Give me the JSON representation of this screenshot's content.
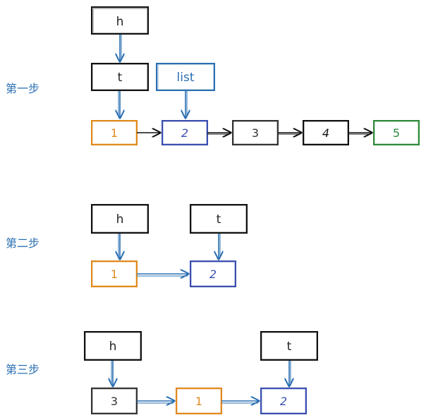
{
  "steps": [
    {
      "label": "第一步",
      "nodes": {
        "h": "h",
        "t": "t",
        "list": "list",
        "n1": "1",
        "n2": "2",
        "n3": "3",
        "n4": "4",
        "n5": "5"
      }
    },
    {
      "label": "第二步",
      "nodes": {
        "h": "h",
        "t": "t",
        "n1": "1",
        "n2": "2"
      }
    },
    {
      "label": "第三步",
      "nodes": {
        "h": "h",
        "t": "t",
        "n3": "3",
        "n1": "1",
        "n2": "2"
      }
    }
  ],
  "colors": {
    "pointer_arrow": "#2a6fb3",
    "link_arrow_step1": "#111111",
    "link_arrow_other": "#2a6fb3",
    "node1": "#e08a1e",
    "node2": "#3a4fb0",
    "node3": "#333333",
    "node4": "#111111",
    "node5": "#2e8b3a",
    "list_box": "#2a6fb3",
    "pointer_box": "#111111"
  }
}
